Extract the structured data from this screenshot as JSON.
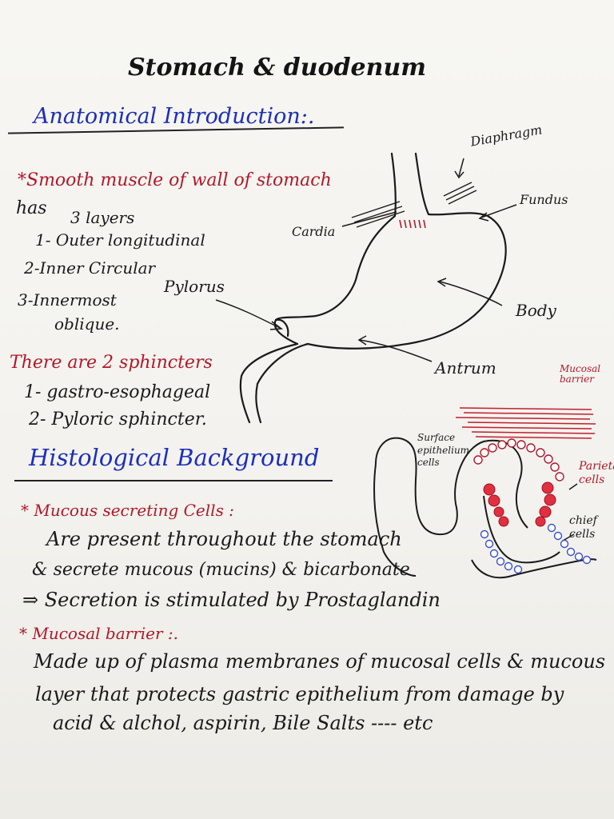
{
  "title": "Stomach & duodenum",
  "sections": {
    "anatomical": {
      "heading": "Anatomical Introduction:.",
      "lines": [
        "*Smooth muscle of wall of stomach",
        "has",
        "3 layers",
        "1- Outer longitudinal",
        "2-Inner Circular",
        "3-Innermost",
        "oblique.",
        "There are 2 sphincters",
        "1- gastro-esophageal",
        "2- Pyloric sphincter."
      ]
    },
    "histological": {
      "heading": "Histological Background",
      "lines": [
        "* Mucous secreting Cells :",
        "Are present throughout the stomach",
        "& secrete mucous (mucins) & bicarbonate",
        "⇒ Secretion is stimulated by Prostaglandin",
        "* Mucosal barrier :.",
        "Made up of plasma membranes of mucosal cells & mucous",
        "layer that protects gastric epithelium from damage by",
        "acid & alchol, aspirin, Bile Salts ---- etc"
      ]
    }
  },
  "diagram_labels": {
    "diaphragm": "Diaphragm",
    "fundus": "Fundus",
    "cardia": "Cardia",
    "pylorus": "Pylorus",
    "body": "Body",
    "antrum": "Antrum",
    "mucosal_barrier": "Mucosal barrier",
    "surface_epithelium": "Surface epithelium cells",
    "parietal_cells": "Parietal cells",
    "chief_cells": "chief cells"
  },
  "colors": {
    "heading_blue": "#1c2fb8",
    "ink_red": "#b0182a",
    "ink_black": "#1a1a1a",
    "cell_red": "#e03040",
    "cell_blue": "#3a4fd0"
  }
}
